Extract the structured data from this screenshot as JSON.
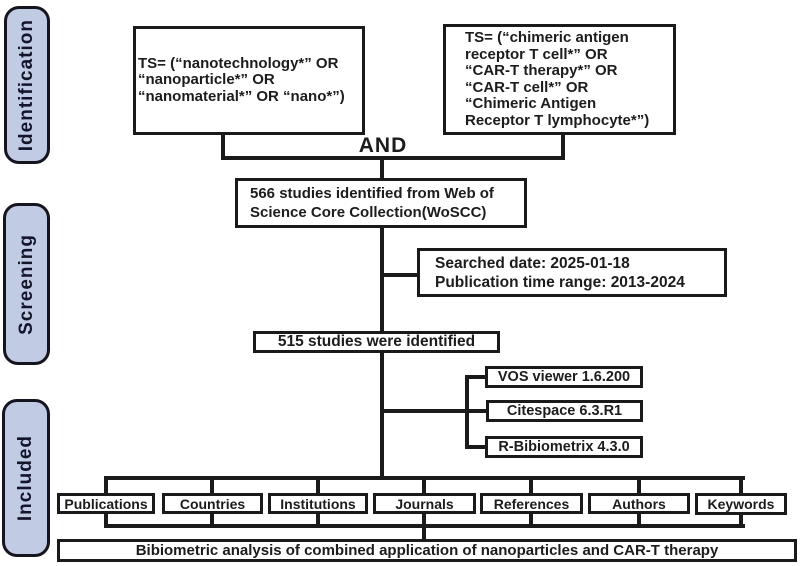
{
  "stages": {
    "identification": "Identification",
    "screening": "Screening",
    "included": "Included"
  },
  "boxes": {
    "nano_query": "TS= (“nanotechnology*” OR\n“nanoparticle*” OR\n“nanomaterial*” OR “nano*”)",
    "cart_query": "TS= (“chimeric antigen\nreceptor T cell*” OR\n“CAR-T therapy*” OR\n“CAR-T cell*” OR\n“Chimeric Antigen\nReceptor T lymphocyte*”)",
    "and_label": "AND",
    "identified": "566 studies identified from Web of\nScience Core Collection(WoSCC)",
    "search_info": "Searched date: 2025-01-18\nPublication time range: 2013-2024",
    "screened": "515 studies were identified",
    "tools": [
      "VOS viewer 1.6.200",
      "Citespace 6.3.R1",
      "R-Bibiometrix 4.3.0"
    ],
    "categories": [
      "Publications",
      "Countries",
      "Institutions",
      "Journals",
      "References",
      "Authors",
      "Keywords"
    ],
    "conclusion": "Bibiometric analysis of combined application of nanoparticles and CAR-T therapy"
  },
  "colors": {
    "stage_fill": "#c1cbe4",
    "stage_border": "#15151f",
    "line": "#1a1a1a",
    "box_border": "#1a1a1a",
    "text": "#1c1c1c"
  }
}
